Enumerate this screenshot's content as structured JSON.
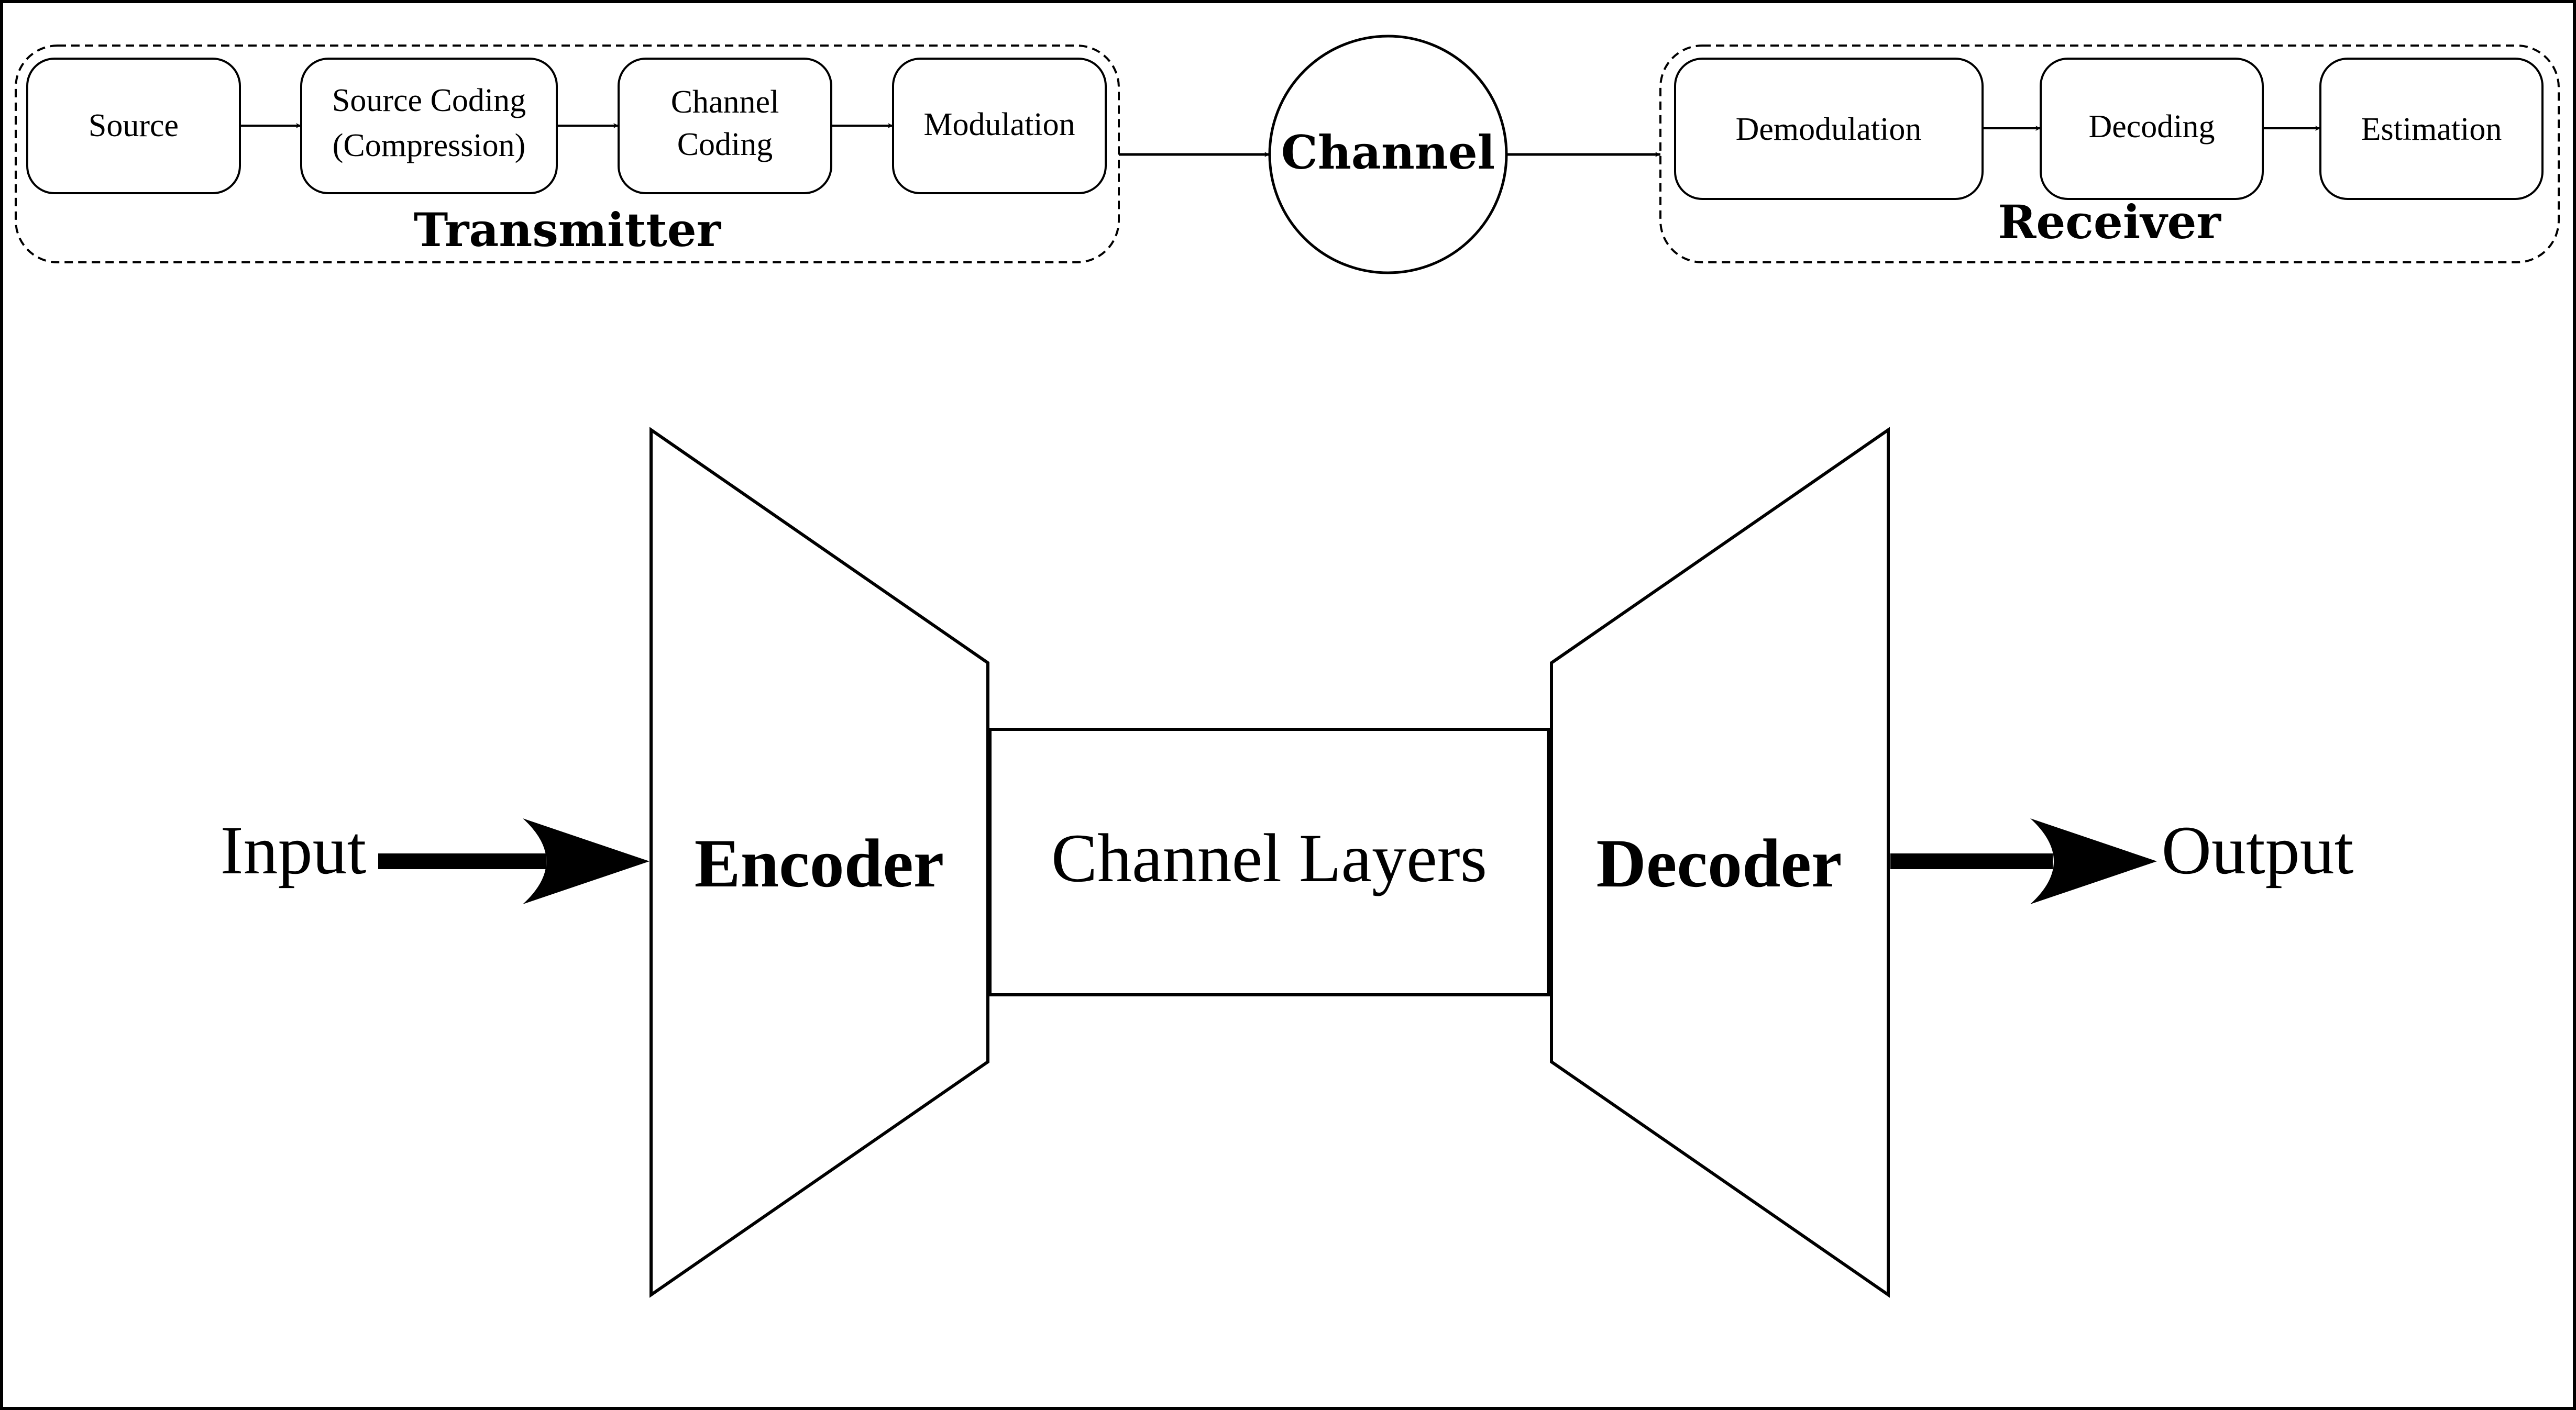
{
  "transmitter": {
    "label": "Transmitter",
    "blocks": [
      {
        "lines": [
          "Source"
        ]
      },
      {
        "lines": [
          "Source Coding",
          "(Compression)"
        ]
      },
      {
        "lines": [
          "Channel",
          "Coding"
        ]
      },
      {
        "lines": [
          "Modulation"
        ]
      }
    ]
  },
  "channel": {
    "label": "Channel"
  },
  "receiver": {
    "label": "Receiver",
    "blocks": [
      {
        "lines": [
          "Demodulation"
        ]
      },
      {
        "lines": [
          "Decoding"
        ]
      },
      {
        "lines": [
          "Estimation"
        ]
      }
    ]
  },
  "autoencoder": {
    "input_label": "Input",
    "encoder_label": "Encoder",
    "channel_layers_label": "Channel Layers",
    "decoder_label": "Decoder",
    "output_label": "Output"
  },
  "colors": {
    "stroke": "#000000",
    "background": "#ffffff"
  }
}
